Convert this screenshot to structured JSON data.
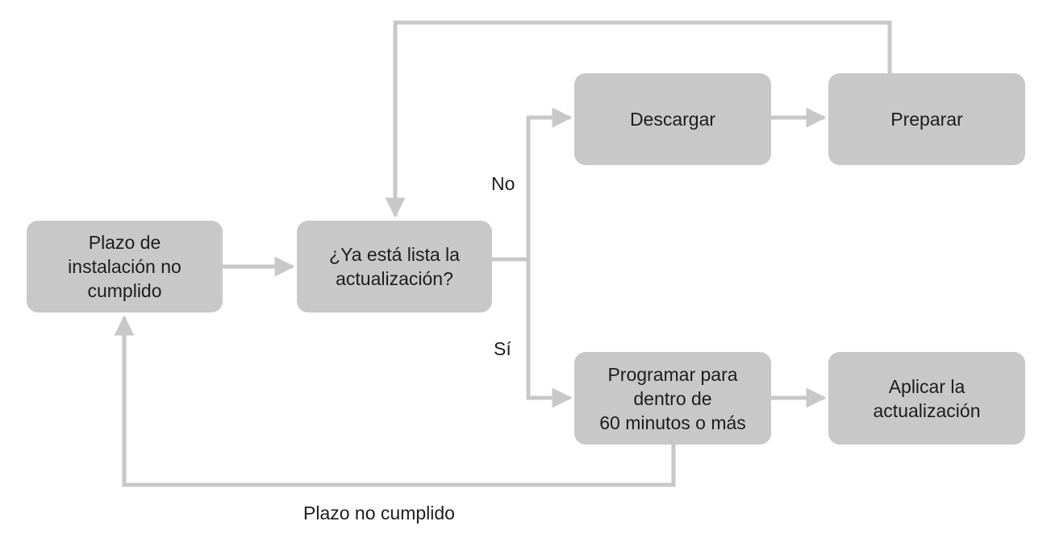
{
  "nodes": {
    "deadline_not_met": "Plazo de\ninstalación no\ncumplido",
    "update_ready": "¿Ya está lista la\nactualización?",
    "download": "Descargar",
    "prepare": "Preparar",
    "schedule": "Programar para\ndentro de\n60 minutos o más",
    "apply": "Aplicar la\nactualización"
  },
  "labels": {
    "no": "No",
    "yes": "Sí",
    "deadline_loop": "Plazo no cumplido"
  },
  "colors": {
    "node_fill": "#c8c8c8",
    "connector": "#c8c8c8",
    "text": "#1d1d1f"
  }
}
